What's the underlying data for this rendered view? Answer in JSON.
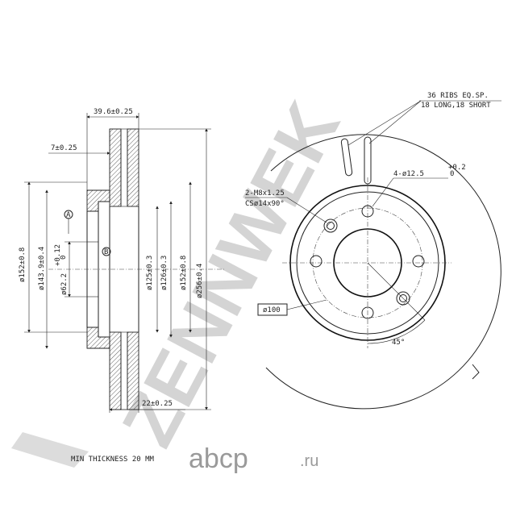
{
  "dimensions": {
    "width_total": "39.6±0.25",
    "hub_offset": "7±0.25",
    "width_inner": "22±0.25",
    "d152_a": "ø152±0.8",
    "d143": "ø143.9±0.4",
    "d62": "ø62.2",
    "d62_tol_top": "+0.12",
    "d62_tol_bottom": "0",
    "d125": "ø125±0.3",
    "d126": "ø126±0.3",
    "d152_b": "ø152±0.8",
    "d256": "ø256±0.4"
  },
  "datums": {
    "a": "A",
    "b": "B"
  },
  "notes": {
    "ribs_line1": "36 RIBS EQ.SP.",
    "ribs_line2": "18 LONG,18 SHORT",
    "holes": "4-ø12.5",
    "holes_tol_top": "+0.2",
    "holes_tol_bottom": "0",
    "thread_line1": "2-M8x1.25",
    "thread_line2": "CSø14x90°",
    "pcd": "ø100",
    "angle": "45°",
    "min_thickness": "MIN THICKNESS 20 MM"
  },
  "watermark": "ZENNWEK",
  "site_logo": "abcp",
  "site_tld": ".ru",
  "colors": {
    "line": "#222222",
    "watermark": "#d4d4d4",
    "logo": "#9a9a9a"
  }
}
